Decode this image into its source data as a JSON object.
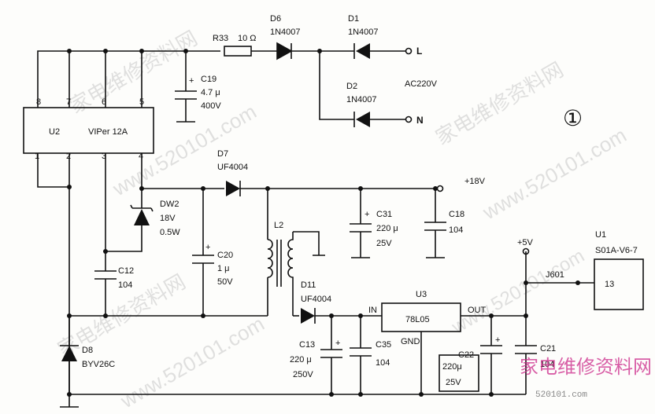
{
  "circuit": {
    "figure_number": "①",
    "ic_u2": {
      "ref": "U2",
      "part": "VIPer 12A",
      "pins_top": [
        "8",
        "7",
        "6",
        "5"
      ],
      "pins_bottom": [
        "1",
        "2",
        "3",
        "4"
      ]
    },
    "r33": {
      "ref": "R33",
      "value": "10 Ω"
    },
    "d6": {
      "ref": "D6",
      "part": "1N4007"
    },
    "d1": {
      "ref": "D1",
      "part": "1N4007"
    },
    "d2": {
      "ref": "D2",
      "part": "1N4007"
    },
    "ac_in": {
      "label": "AC220V",
      "l": "L",
      "n": "N"
    },
    "c19": {
      "ref": "C19",
      "value": "4.7 μ",
      "voltage": "400V"
    },
    "d7": {
      "ref": "D7",
      "part": "UF4004"
    },
    "out18": {
      "label": "+18V"
    },
    "dw2": {
      "ref": "DW2",
      "value": "18V",
      "power": "0.5W"
    },
    "c31": {
      "ref": "C31",
      "value": "220 μ",
      "voltage": "25V"
    },
    "c18": {
      "ref": "C18",
      "value": "104"
    },
    "l2": {
      "ref": "L2"
    },
    "c20": {
      "ref": "C20",
      "value": "1 μ",
      "voltage": "50V"
    },
    "c12": {
      "ref": "C12",
      "value": "104"
    },
    "d11": {
      "ref": "D11",
      "part": "UF4004"
    },
    "u3": {
      "ref": "U3",
      "part": "78L05",
      "in": "IN",
      "out": "OUT",
      "gnd": "GND"
    },
    "out5": {
      "label": "+5V"
    },
    "u1": {
      "ref": "U1",
      "part": "S01A-V6-7",
      "pin": "13"
    },
    "j601": {
      "ref": "J601"
    },
    "d8": {
      "ref": "D8",
      "part": "BYV26C"
    },
    "c13": {
      "ref": "C13",
      "value": "220 μ",
      "voltage": "250V"
    },
    "c35": {
      "ref": "C35",
      "value": "104"
    },
    "c22": {
      "ref": "C22",
      "value": "220μ",
      "voltage": "25V"
    },
    "c21": {
      "ref": "C21",
      "value": "104"
    }
  },
  "watermark": {
    "cn": "家电维修资料网",
    "url": "www.520101.com",
    "footer": "520101.com"
  }
}
